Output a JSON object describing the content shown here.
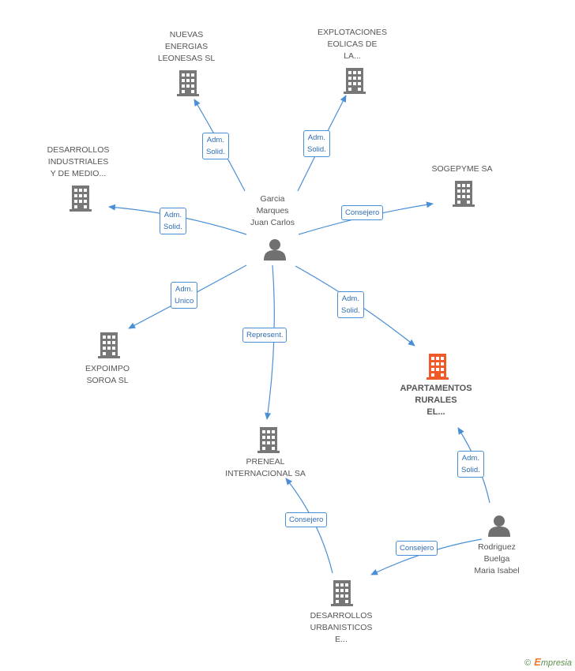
{
  "colors": {
    "edge": "#4a8fd6",
    "building": "#777777",
    "focus_building": "#f05a28",
    "person": "#707070"
  },
  "nodes": {
    "nuevas": {
      "label": "NUEVAS\nENERGIAS\nLEONESAS SL",
      "icon": "building-icon"
    },
    "explotaciones": {
      "label": "EXPLOTACIONES\nEOLICAS DE\nLA...",
      "icon": "building-icon"
    },
    "desarrollos_ind": {
      "label": "DESARROLLOS\nINDUSTRIALES\nY DE MEDIO...",
      "icon": "building-icon"
    },
    "sogepyme": {
      "label": "SOGEPYME SA",
      "icon": "building-icon"
    },
    "garcia": {
      "label": "Garcia\nMarques\nJuan Carlos",
      "icon": "person-icon"
    },
    "expoimpo": {
      "label": "EXPOIMPO\nSOROA SL",
      "icon": "building-icon"
    },
    "apartamentos": {
      "label": "APARTAMENTOS\nRURALES\nEL...",
      "icon": "building-icon"
    },
    "preneal": {
      "label": "PRENEAL\nINTERNACIONAL SA",
      "icon": "building-icon"
    },
    "rodriguez": {
      "label": "Rodriguez\nBuelga\nMaria Isabel",
      "icon": "person-icon"
    },
    "desarrollos_urb": {
      "label": "DESARROLLOS\nURBANISTICOS\nE...",
      "icon": "building-icon"
    }
  },
  "edges": {
    "e1": "Adm.\nSolid.",
    "e2": "Adm.\nSolid.",
    "e3": "Adm.\nSolid.",
    "e4": "Consejero",
    "e5": "Adm.\nUnico",
    "e6": "Represent.",
    "e7": "Adm.\nSolid.",
    "e8": "Adm.\nSolid.",
    "e9": "Consejero",
    "e10": "Consejero"
  },
  "watermark": {
    "copyright": "©",
    "brand_first": "E",
    "brand_rest": "mpresia"
  }
}
